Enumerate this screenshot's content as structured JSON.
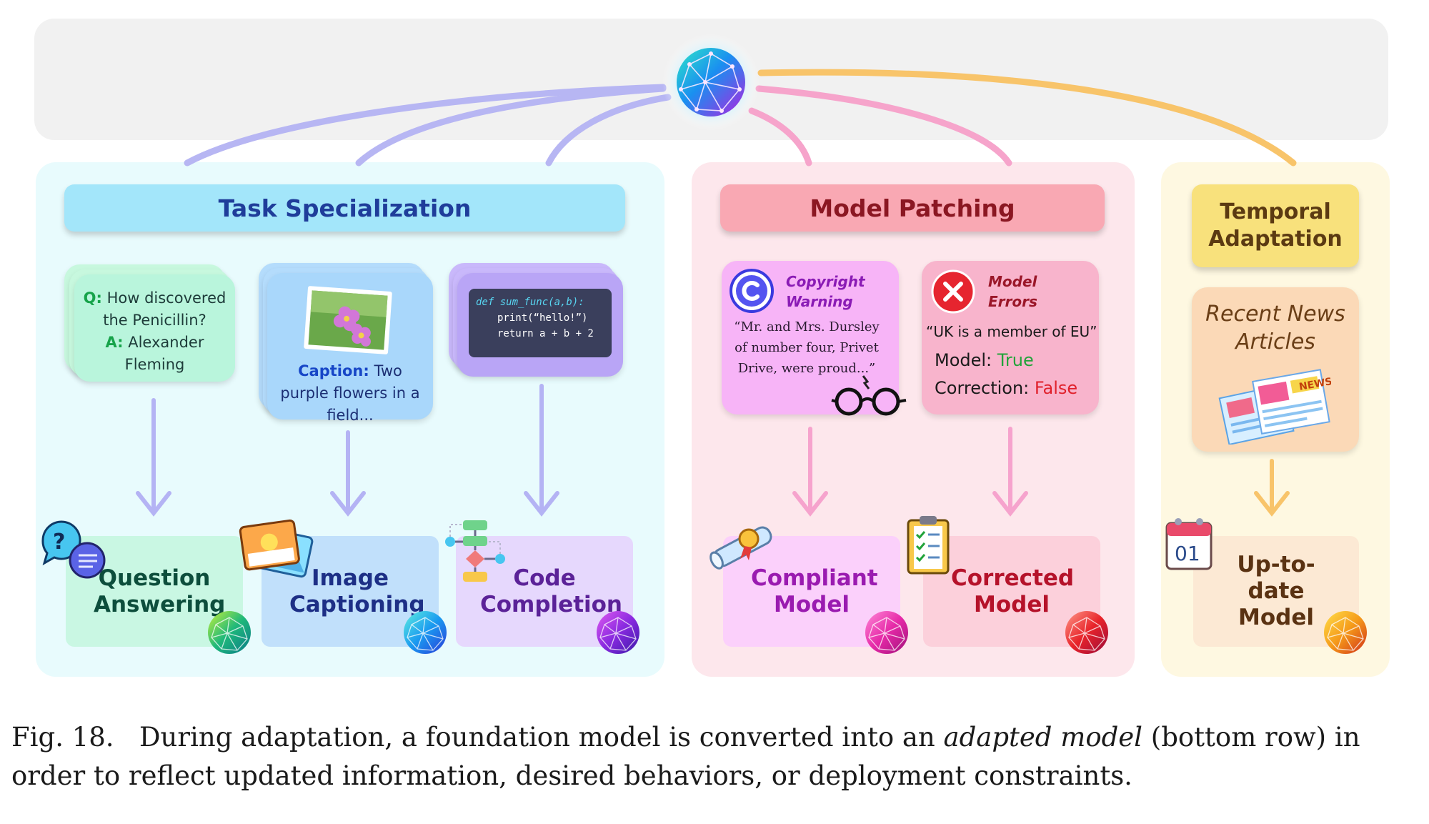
{
  "sections": {
    "task": {
      "title": "Task Specialization"
    },
    "patch": {
      "title": "Model Patching"
    },
    "temporal": {
      "title": "Temporal Adaptation"
    }
  },
  "inputs": {
    "qa": {
      "q_prefix": "Q:",
      "q_text": "How discovered the Penicillin?",
      "a_prefix": "A:",
      "a_text": "Alexander Fleming"
    },
    "caption": {
      "prefix": "Caption:",
      "text": "Two purple flowers in a field..."
    },
    "code": {
      "line1": "def sum_func(a,b):",
      "line2": "print(“hello!”)",
      "line3": "return a + b + 2"
    },
    "copyright": {
      "title": "Copyright Warning",
      "quote": "“Mr. and Mrs. Dursley of number four, Privet Drive, were proud...”"
    },
    "errors": {
      "title": "Model Errors",
      "quote": "“UK is a member of EU”",
      "model_label": "Model:",
      "model_value": "True",
      "correction_label": "Correction:",
      "correction_value": "False"
    },
    "news": {
      "title": "Recent News Articles",
      "badge": "NEWS"
    }
  },
  "outputs": {
    "qa": "Question Answering",
    "captioning": "Image Captioning",
    "code": "Code Completion",
    "compliant": "Compliant Model",
    "corrected": "Corrected Model",
    "uptodate": "Up-to-date Model"
  },
  "calendar_day": "01",
  "caption": {
    "fig": "Fig. 18.",
    "pre": "During adaptation, a foundation model is converted into an",
    "em": "adapted model",
    "post": "(bottom row) in order to reflect updated information, desired behaviors, or deployment constraints."
  },
  "colors": {
    "task_bg": "#e8fbfd",
    "patch_bg": "#fde7ec",
    "temporal_bg": "#fef8e1",
    "task_arrow": "#b9b5f5",
    "patch_arrow": "#f7a9d0",
    "temporal_arrow": "#f8c46a"
  }
}
